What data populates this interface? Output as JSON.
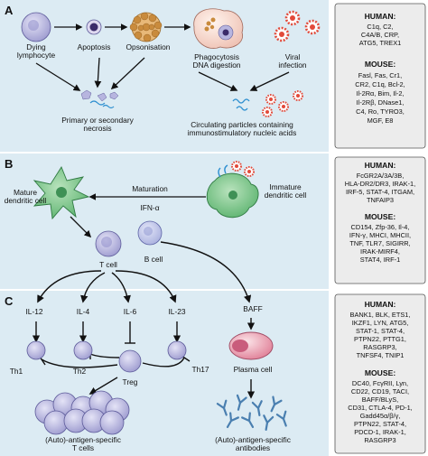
{
  "colors": {
    "panel_a_bg": "#dcebf3",
    "panel_b_bg": "#dcebf3",
    "panel_c_bg": "#dcebf3",
    "sidebar_bg": "#ececec",
    "lymphocyte": "#b9b7df",
    "dendritic": "#7fc68a",
    "plasma": "#e8a3b1",
    "virus": "#e24a3a",
    "nucleic": "#2d8fd0"
  },
  "panel_a": {
    "letter": "A",
    "dying_lymphocyte": [
      "Dying",
      "lymphocyte"
    ],
    "apoptosis": "Apoptosis",
    "opsonisation": "Opsonisation",
    "phagocytosis": [
      "Phagocytosis",
      "DNA digestion"
    ],
    "viral_infection": [
      "Viral",
      "infection"
    ],
    "necrosis": [
      "Primary or secondary",
      "necrosis"
    ],
    "circulating": [
      "Circulating particles containing",
      "immunostimulatory nucleic acids"
    ]
  },
  "panel_b": {
    "letter": "B",
    "mature": [
      "Mature",
      "dendritic cell"
    ],
    "immature": [
      "Immature",
      "dendritic cell"
    ],
    "maturation": "Maturation",
    "ifn": "IFN-α",
    "t_cell": "T cell",
    "b_cell": "B cell"
  },
  "panel_c": {
    "letter": "C",
    "il12": "IL-12",
    "il4": "IL-4",
    "il6": "IL-6",
    "il23": "IL-23",
    "baff": "BAFF",
    "th1": "Th1",
    "th2": "Th2",
    "th17": "Th17",
    "treg": "Treg",
    "plasma_cell": "Plasma cell",
    "t_cells_label": [
      "(Auto)-antigen-specific",
      "T cells"
    ],
    "antibodies_label": [
      "(Auto)-antigen-specific",
      "antibodies"
    ]
  },
  "sidebar_a": {
    "human_title": "HUMAN:",
    "human_genes": [
      "C1q, C2,",
      "C4A/B, CRP,",
      "ATG5, TREX1"
    ],
    "mouse_title": "MOUSE:",
    "mouse_genes": [
      "Fasl, Fas, Cr1,",
      "CR2, C1q, Bcl-2,",
      "Il-2Rα, Bim, Il-2,",
      "Il-2Rβ, DNase1,",
      "C4, Ro, TYRO3,",
      "MGF, E8"
    ]
  },
  "sidebar_b": {
    "human_title": "HUMAN:",
    "human_genes": [
      "FcGR2A/3A/3B,",
      "HLA-DR2/DR3, IRAK-1,",
      "IRF-5, STAT-4, ITGAM,",
      "TNFAIP3"
    ],
    "mouse_title": "MOUSE:",
    "mouse_genes": [
      "CD154, Zfp-36, Il-4,",
      "IFN-γ, MHCI, MHCII,",
      "TNF, TLR7, SIGIRR,",
      "IRAK-MIRF4,",
      "STAT4, IRF-1"
    ]
  },
  "sidebar_c": {
    "human_title": "HUMAN:",
    "human_genes": [
      "BANK1, BLK, ETS1,",
      "IKZF1, LYN, ATG5,",
      "STAT-1, STAT-4,",
      "PTPN22, PTTG1,",
      "RASGRP3,",
      "TNFSF4, TNIP1"
    ],
    "mouse_title": "MOUSE:",
    "mouse_genes": [
      "DC40, FcγRII, Lyn,",
      "CD22, CD19, TACI,",
      "BAFF/BLyS,",
      "CD31, CTLA-4, PD-1,",
      "Gadd45α/β/γ,",
      "PTPN22, STAT-4,",
      "PDCD-1, IRAK-1,",
      "RASGRP3"
    ]
  }
}
